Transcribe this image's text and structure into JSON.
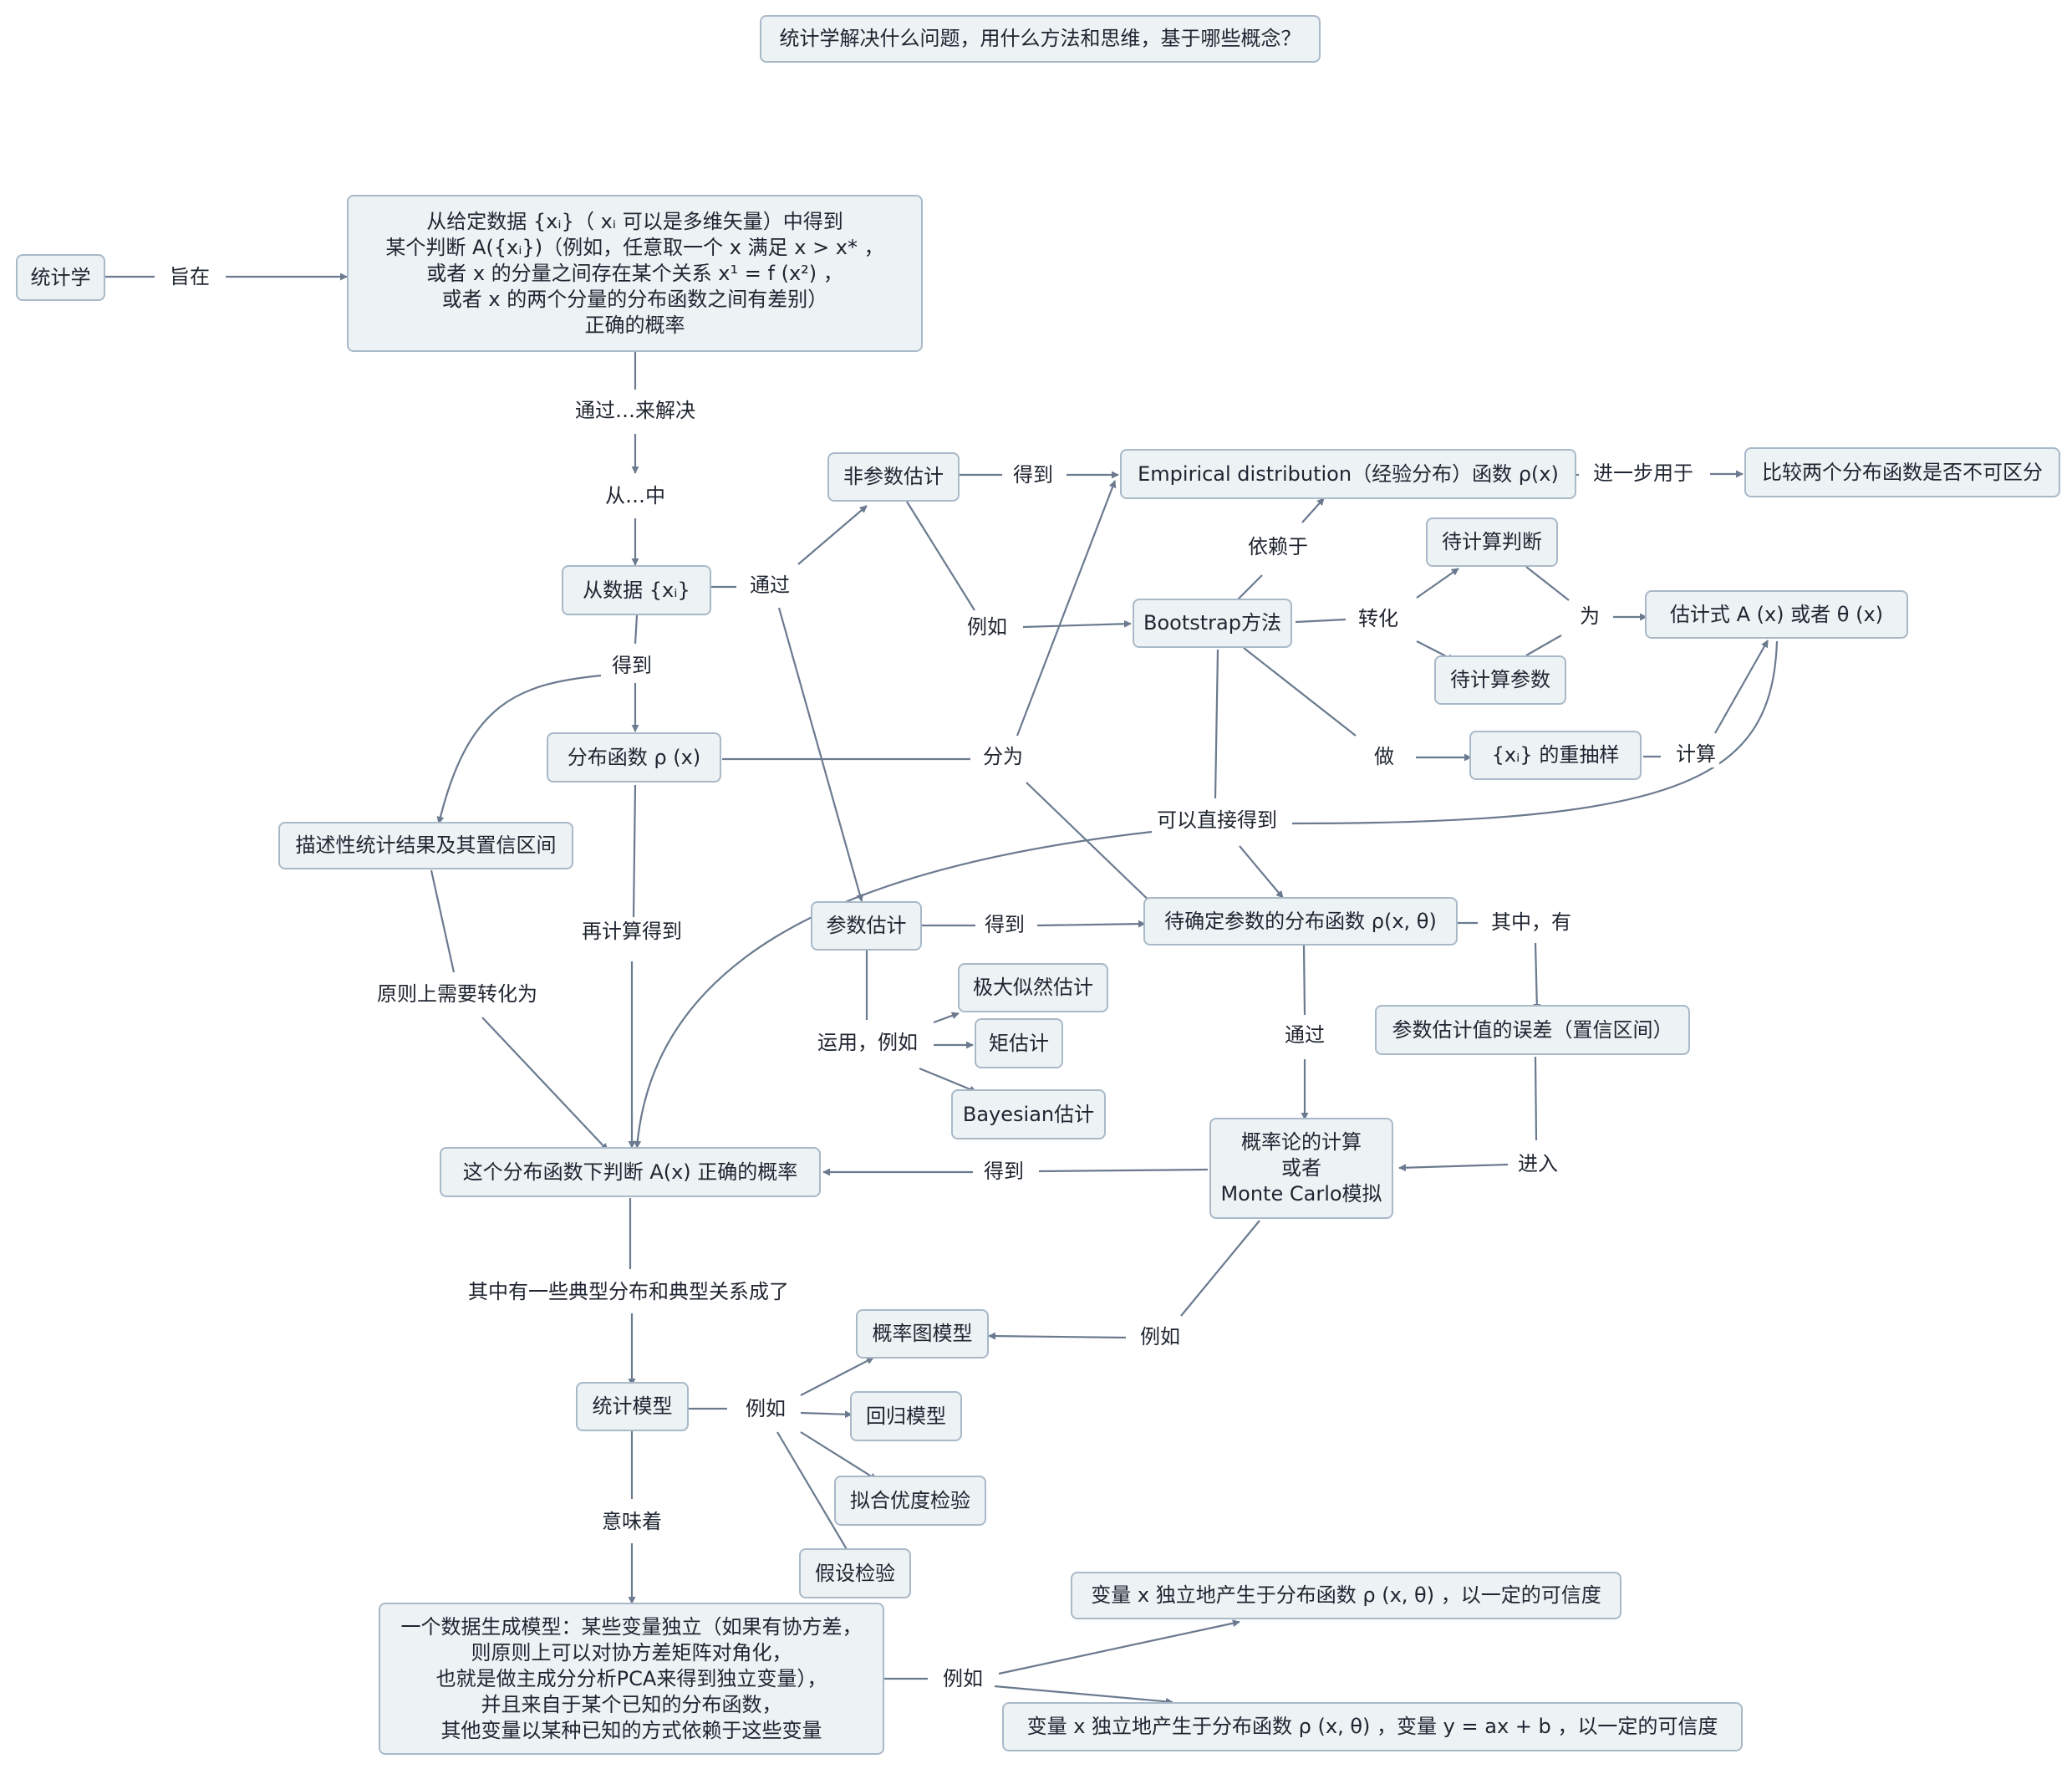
{
  "title": "统计学解决什么问题，用什么方法和思维，基于哪些概念？",
  "nodes": {
    "statistics": "统计学",
    "goal": "从给定数据 {xᵢ}（ xᵢ 可以是多维矢量）中得到\n某个判断 A({xᵢ})（例如，任意取一个 x 满足 x > x* ，\n或者 x 的分量之间存在某个关系 x¹ = f (x²) ，\n或者 x 的两个分量的分布函数之间有差别）\n正确的概率",
    "from_data": "从数据 {xᵢ}",
    "nonparam": "非参数估计",
    "empirical": "Empirical distribution（经验分布）函数 ρ(x)",
    "compare": "比较两个分布函数是否不可区分",
    "pending_judgment": "待计算判断",
    "pending_param": "待计算参数",
    "bootstrap": "Bootstrap方法",
    "estimator": "估计式 A (x) 或者 θ (x)",
    "resample": "{xᵢ} 的重抽样",
    "dist_func": "分布函数 ρ (x)",
    "descriptive": "描述性统计结果及其置信区间",
    "param_est": "参数估计",
    "param_dist": "待确定参数的分布函数 ρ(x, θ)",
    "mle": "极大似然估计",
    "moment": "矩估计",
    "bayesian": "Bayesian估计",
    "param_error": "参数估计值的误差（置信区间）",
    "prob_calc": "概率论的计算\n或者\nMonte Carlo模拟",
    "judge_prob": "这个分布函数下判断 A(x) 正确的概率",
    "graph_model": "概率图模型",
    "stat_model": "统计模型",
    "regression": "回归模型",
    "goodness": "拟合优度检验",
    "hypothesis": "假设检验",
    "gen_model": "一个数据生成模型：某些变量独立（如果有协方差，\n则原则上可以对协方差矩阵对角化，\n也就是做主成分分析PCA来得到独立变量），\n并且来自于某个已知的分布函数，\n其他变量以某种已知的方式依赖于这些变量",
    "example1": "变量 x 独立地产生于分布函数 ρ (x, θ) ，以一定的可信度",
    "example2": "变量 x 独立地产生于分布函数 ρ (x, θ) ，变量 y = ax + b ，以一定的可信度"
  },
  "labels": {
    "aim": "旨在",
    "solve_by": "通过…来解决",
    "from_within": "从…中",
    "via": "通过",
    "obtain1": "得到",
    "depends_on": "依赖于",
    "further_use": "进一步用于",
    "for_example1": "例如",
    "transform": "转化",
    "as": "为",
    "get": "得到",
    "split": "分为",
    "do": "做",
    "compute": "计算",
    "directly": "可以直接得到",
    "obtain2": "得到",
    "among": "其中，有",
    "recompute": "再计算得到",
    "principle": "原则上需要转化为",
    "use_eg": "运用，例如",
    "via2": "通过",
    "enter": "进入",
    "obtain3": "得到",
    "typical": "其中有一些典型分布和典型关系成了",
    "for_example2": "例如",
    "for_example3": "例如",
    "means": "意味着",
    "for_example4": "例如"
  },
  "colors": {
    "node_fill": "#edf2f5",
    "node_border": "#a9b9c8",
    "edge": "#6b7a8f"
  }
}
